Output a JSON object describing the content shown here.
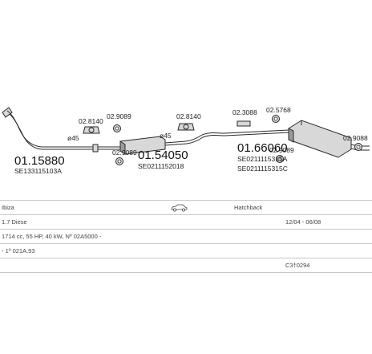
{
  "parts": {
    "front_pipe": {
      "code": "01.15880",
      "ref": "SE133115103A"
    },
    "middle_silencer": {
      "code": "01.54050",
      "ref": "SE0211152018"
    },
    "rear_silencer": {
      "code": "01.66060",
      "ref_a": "SE0211115315A",
      "ref_c": "SE0211115315C"
    }
  },
  "fittings": {
    "f1": "02.8140",
    "f2": "02.9089",
    "f3": "02.9089",
    "f4": "02.8140",
    "f5": "02.3088",
    "f6": "02.5768",
    "f7": "02.9089",
    "f8": "02.9088"
  },
  "diameters": {
    "d1": "ø45",
    "d2": "ø45"
  },
  "table": {
    "model": "Ibiza",
    "body": "Hatchback",
    "engine": "1.7 Diese",
    "years": "12/04 - 06/08",
    "spec": "1714 cc, 55 HP, 40 kW, Nº 02A5000 -",
    "note": "- 1º 021A.93",
    "catalog_no": "C3†0294"
  }
}
